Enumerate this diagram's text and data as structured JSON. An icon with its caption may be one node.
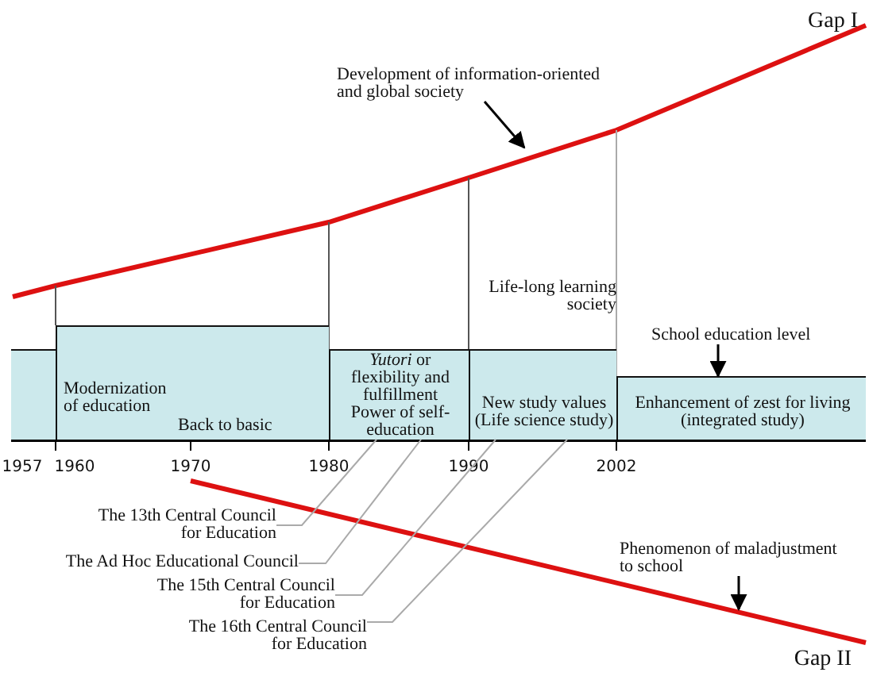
{
  "diagram": {
    "nodes": [
      {
        "text": [],
        "shape": "box"
      },
      {
        "text": [
          "Modernization of education",
          "Back to basic"
        ]
      },
      {
        "text": [
          "*Yutori* or flexibility and fulfillment",
          "Power of self-education"
        ]
      },
      {
        "text": [
          "New study values (Life science study)"
        ]
      },
      {
        "text": [
          "Enhancement of zest for living (integrated study)"
        ]
      },
      {
        "text": [
          "Development of information-oriented and global society"
        ]
      },
      {
        "text": [
          "School education level"
        ]
      },
      {
        "text": [
          "The 13th Central Council for Education"
        ]
      },
      {
        "text": [
          "The Ad Hoc Educational Council"
        ]
      },
      {
        "text": [
          "The 15th Central Council for Education"
        ]
      },
      {
        "text": [
          "The 16th Central Council for Education"
        ]
      },
      {
        "text": [
          "Phenomenon of maladjustment to school"
        ]
      }
    ],
    "edges": [
      {
        "from": 5,
        "to": null,
        "arrow": "to",
        "color": "#000000"
      },
      {
        "from": 6,
        "to": 4,
        "arrow": "to",
        "color": "#000000"
      },
      {
        "from": 7,
        "to": 2,
        "arrow": "none",
        "color": "#aaaaaa"
      },
      {
        "from": 8,
        "to": 2,
        "arrow": "none",
        "color": "#aaaaaa"
      },
      {
        "from": 9,
        "to": 3,
        "arrow": "none",
        "color": "#aaaaaa"
      },
      {
        "from": 10,
        "to": 3,
        "arrow": "none",
        "color": "#aaaaaa"
      },
      {
        "from": 11,
        "to": null,
        "arrow": "to",
        "color": "#000000"
      }
    ],
    "labels": [
      "Gap I",
      "Life-long learning society",
      "1957",
      "1960",
      "1970",
      "1980",
      "1990",
      "2002",
      "Gap II"
    ]
  }
}
